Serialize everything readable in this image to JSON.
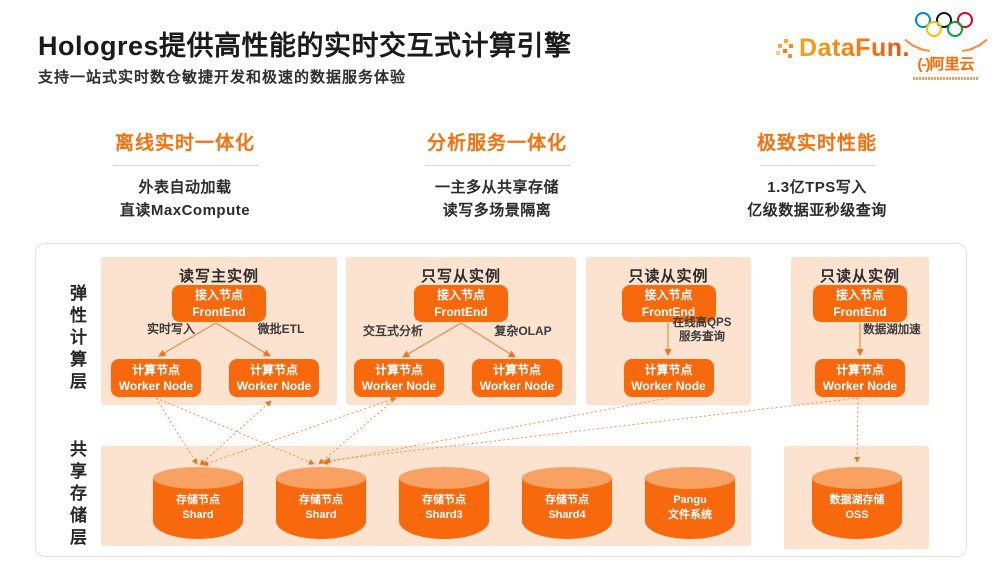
{
  "header": {
    "title": "Hologres提供高性能的实时交互式计算引擎",
    "subtitle": "支持一站式实时数仓敏捷开发和极速的数据服务体验"
  },
  "logos": {
    "datafun_text": "DataFun.",
    "alicloud_mark": "(-)",
    "alicloud_text": "阿里云"
  },
  "features": [
    {
      "title": "离线实时一体化",
      "lines": [
        "外表自动加载",
        "直读MaxCompute"
      ]
    },
    {
      "title": "分析服务一体化",
      "lines": [
        "一主多从共享存储",
        "读写多场景隔离"
      ]
    },
    {
      "title": "极致实时性能",
      "lines": [
        "1.3亿TPS写入",
        "亿级数据亚秒级查询"
      ]
    }
  ],
  "diagram": {
    "layer_compute": "弹性计算层",
    "layer_storage": "共享存储层",
    "node_labels": {
      "fe1": "接入节点",
      "fe2": "FrontEnd",
      "worker1": "计算节点",
      "worker2": "Worker Node"
    },
    "instances": [
      {
        "title": "读写主实例",
        "label_left": "实时写入",
        "label_right": "微批ETL"
      },
      {
        "title": "只写从实例",
        "label_left": "交互式分析",
        "label_right": "复杂OLAP"
      },
      {
        "title": "只读从实例",
        "label_line1": "在线高QPS",
        "label_line2": "服务查询"
      },
      {
        "title": "只读从实例",
        "label_line1": "数据湖加速"
      }
    ],
    "storage": {
      "shards": [
        {
          "l1": "存储节点",
          "l2": "Shard"
        },
        {
          "l1": "存储节点",
          "l2": "Shard"
        },
        {
          "l1": "存储节点",
          "l2": "Shard3"
        },
        {
          "l1": "存储节点",
          "l2": "Shard4"
        },
        {
          "l1": "Pangu",
          "l2": "文件系统"
        }
      ],
      "datalake": {
        "l1": "数据湖存储",
        "l2": "OSS"
      }
    }
  },
  "colors": {
    "accent_orange": "#F8690E",
    "heading_orange": "#F8700D",
    "panel_peach": "#FBE3D0",
    "cylinder_top": "#F9A163",
    "alicloud_orange": "#FF6A00",
    "ring_blue": "#0085C7",
    "ring_black": "#111111",
    "ring_red": "#DF0024",
    "ring_yellow": "#F4C300",
    "ring_green": "#009F3D"
  }
}
